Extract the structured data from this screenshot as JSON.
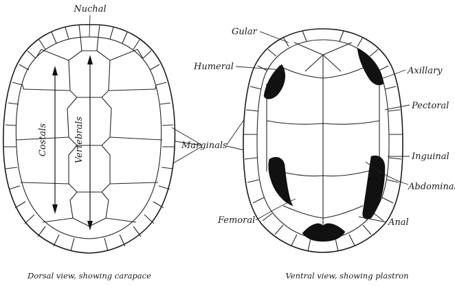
{
  "dorsal": {
    "labels": {
      "nuchal": "Nuchal",
      "costals": "Costals",
      "vertebrals": "Vertebrals"
    },
    "caption": "Dorsal view, showing carapace"
  },
  "shared": {
    "marginals": "Marginals"
  },
  "ventral": {
    "labels": {
      "gular": "Gular",
      "humeral": "Humeral",
      "axillary": "Axillary",
      "pectoral": "Pectoral",
      "inguinal": "Inguinal",
      "abdominal": "Abdominal",
      "femoral": "Femoral",
      "anal": "Anal"
    },
    "caption": "Ventral view, showing plastron"
  }
}
